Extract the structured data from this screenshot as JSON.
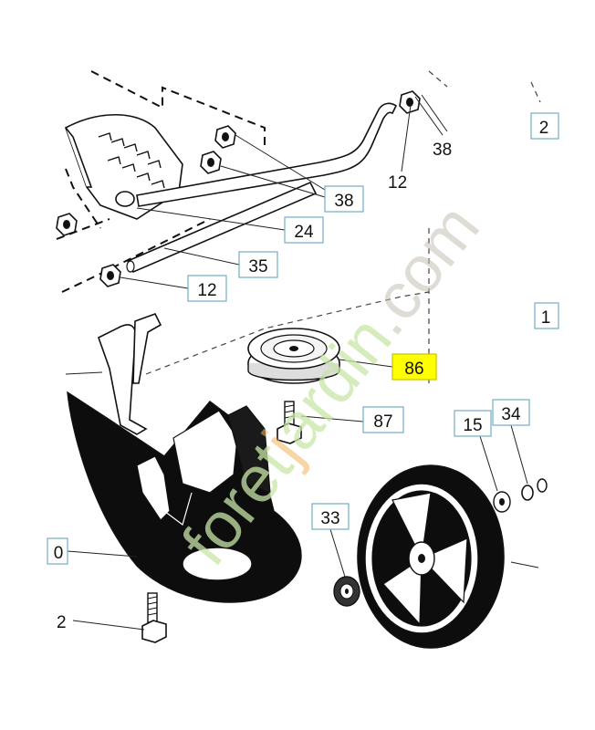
{
  "callouts": {
    "c24": "24",
    "c35": "35",
    "c12a": "12",
    "c38a": "38",
    "c86": "86",
    "c87": "87",
    "c33": "33",
    "c15": "15",
    "c34": "34",
    "c_right_top": "2",
    "c_right_mid": "1",
    "c_left_mid": "0"
  },
  "labels": {
    "l12_top": "12",
    "l38_top": "38",
    "l2_bottom": "2"
  },
  "watermark": {
    "part1": "foret",
    "part2": "j",
    "part3": "ardin",
    "part4": ".com"
  },
  "colors": {
    "callout_border": "#7fb3c9",
    "highlight": "#ffff00",
    "watermark_green": "#c9e6a8",
    "watermark_orange": "#f0b45e",
    "watermark_grey": "#c2bdb0"
  }
}
